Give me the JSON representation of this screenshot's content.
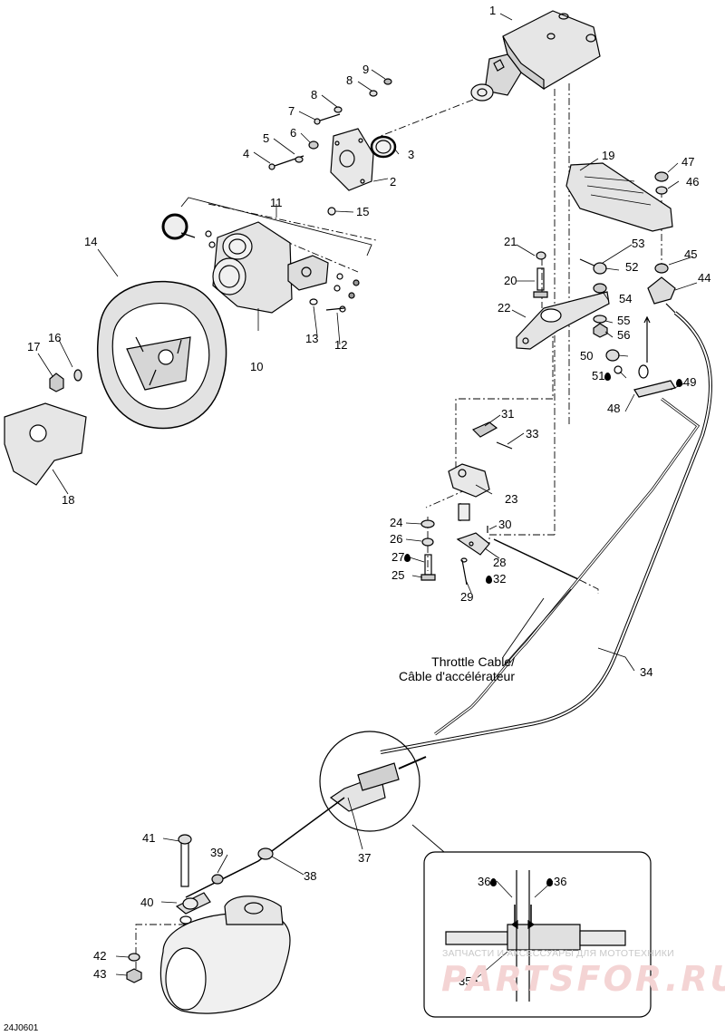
{
  "diagram": {
    "code": "24J0601",
    "throttle_cable_en": "Throttle Cable/",
    "throttle_cable_fr": "Câble d'accélérateur",
    "watermark_small": "ЗАПЧАСТИ И АКСЕССУАРЫ ДЛЯ МОТОТЕХНИКИ",
    "watermark_big": "PARTSFOR.RU"
  },
  "callouts": [
    {
      "id": "c1",
      "label": "1"
    },
    {
      "id": "c2",
      "label": "2"
    },
    {
      "id": "c3",
      "label": "3"
    },
    {
      "id": "c4",
      "label": "4"
    },
    {
      "id": "c5",
      "label": "5"
    },
    {
      "id": "c6",
      "label": "6"
    },
    {
      "id": "c7",
      "label": "7"
    },
    {
      "id": "c8",
      "label": "8"
    },
    {
      "id": "c8b",
      "label": "8"
    },
    {
      "id": "c9",
      "label": "9"
    },
    {
      "id": "c10",
      "label": "10"
    },
    {
      "id": "c11",
      "label": "11"
    },
    {
      "id": "c12",
      "label": "12"
    },
    {
      "id": "c13",
      "label": "13"
    },
    {
      "id": "c14",
      "label": "14"
    },
    {
      "id": "c15",
      "label": "15"
    },
    {
      "id": "c16",
      "label": "16"
    },
    {
      "id": "c17",
      "label": "17"
    },
    {
      "id": "c18",
      "label": "18"
    },
    {
      "id": "c19",
      "label": "19"
    },
    {
      "id": "c20",
      "label": "20"
    },
    {
      "id": "c21",
      "label": "21"
    },
    {
      "id": "c22",
      "label": "22"
    },
    {
      "id": "c23",
      "label": "23"
    },
    {
      "id": "c24",
      "label": "24"
    },
    {
      "id": "c25",
      "label": "25"
    },
    {
      "id": "c26",
      "label": "26"
    },
    {
      "id": "c27",
      "label": "27"
    },
    {
      "id": "c28",
      "label": "28"
    },
    {
      "id": "c29",
      "label": "29"
    },
    {
      "id": "c30",
      "label": "30"
    },
    {
      "id": "c31",
      "label": "31"
    },
    {
      "id": "c32",
      "label": "32"
    },
    {
      "id": "c33",
      "label": "33"
    },
    {
      "id": "c34",
      "label": "34"
    },
    {
      "id": "c35",
      "label": "35"
    },
    {
      "id": "c36a",
      "label": "36"
    },
    {
      "id": "c36b",
      "label": "36"
    },
    {
      "id": "c37",
      "label": "37"
    },
    {
      "id": "c38",
      "label": "38"
    },
    {
      "id": "c39",
      "label": "39"
    },
    {
      "id": "c40",
      "label": "40"
    },
    {
      "id": "c41",
      "label": "41"
    },
    {
      "id": "c42",
      "label": "42"
    },
    {
      "id": "c43",
      "label": "43"
    },
    {
      "id": "c44",
      "label": "44"
    },
    {
      "id": "c45",
      "label": "45"
    },
    {
      "id": "c46",
      "label": "46"
    },
    {
      "id": "c47",
      "label": "47"
    },
    {
      "id": "c48",
      "label": "48"
    },
    {
      "id": "c49",
      "label": "49"
    },
    {
      "id": "c50",
      "label": "50"
    },
    {
      "id": "c51",
      "label": "51"
    },
    {
      "id": "c52",
      "label": "52"
    },
    {
      "id": "c53",
      "label": "53"
    },
    {
      "id": "c54",
      "label": "54"
    },
    {
      "id": "c55",
      "label": "55"
    },
    {
      "id": "c56",
      "label": "56"
    }
  ]
}
